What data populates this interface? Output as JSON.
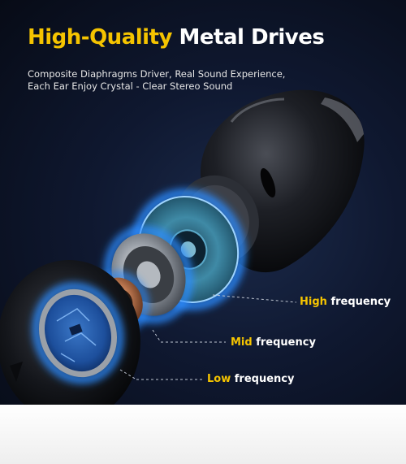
{
  "headline": {
    "highlight": "High-Quality",
    "rest": "Metal Drives"
  },
  "subtitle": {
    "line1": "Composite Diaphragms Driver, Real Sound Experience,",
    "line2": "Each Ear Enjoy Crystal - Clear Stereo Sound"
  },
  "labels": {
    "high": {
      "key": "High",
      "rest": "frequency"
    },
    "mid": {
      "key": "Mid",
      "rest": "frequency"
    },
    "low": {
      "key": "Low",
      "rest": "frequency"
    }
  },
  "colors": {
    "accent": "#f5c400",
    "glow": "#2a8bff",
    "background": "#0d1428"
  }
}
